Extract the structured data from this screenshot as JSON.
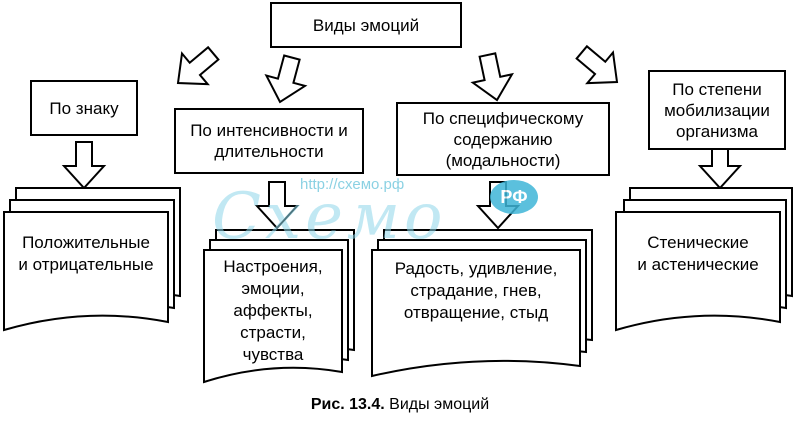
{
  "root": {
    "label": "Виды эмоций"
  },
  "categories": [
    {
      "label": "По знаку",
      "result": [
        "Положительные",
        "и отрицательные"
      ]
    },
    {
      "label": "По интенсивности и длительности",
      "result": [
        "Настроения,",
        "эмоции,",
        "аффекты,",
        "страсти,",
        "чувства"
      ]
    },
    {
      "label": "По специфическому содержанию (модальности)",
      "result": [
        "Радость, удивление,",
        "страдание, гнев,",
        "отвращение, стыд"
      ]
    },
    {
      "label": "По степени мобилизации организма",
      "result": [
        "Стенические",
        "и астенические"
      ]
    }
  ],
  "watermark": {
    "url": "http://схемо.рф",
    "logo": "Схемо",
    "badge": "РФ"
  },
  "caption": {
    "number": "Рис. 13.4.",
    "text": " Виды эмоций"
  }
}
